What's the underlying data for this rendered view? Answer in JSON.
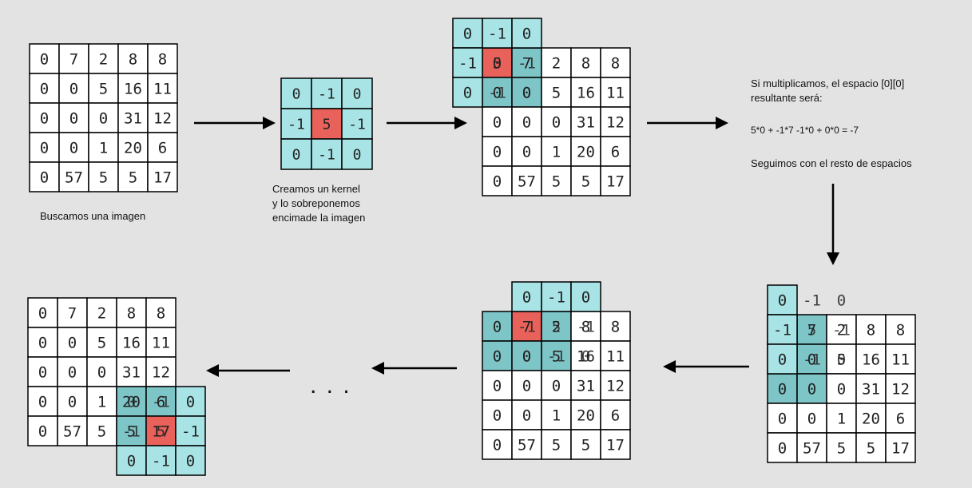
{
  "image_matrix": [
    [
      "0",
      "7",
      "2",
      "8",
      "8"
    ],
    [
      "0",
      "0",
      "5",
      "16",
      "11"
    ],
    [
      "0",
      "0",
      "0",
      "31",
      "12"
    ],
    [
      "0",
      "0",
      "1",
      "20",
      "6"
    ],
    [
      "0",
      "57",
      "5",
      "5",
      "17"
    ]
  ],
  "kernel": [
    [
      "0",
      "-1",
      "0"
    ],
    [
      "-1",
      "5",
      "-1"
    ],
    [
      "0",
      "-1",
      "0"
    ]
  ],
  "text": {
    "step1": "Buscamos una imagen",
    "step2_line1": "Creamos un kernel",
    "step2_line2": "y lo sobreponemos",
    "step2_line3": "encimade la imagen",
    "explain_line1": "Si multiplicamos, el espacio [0][0]",
    "explain_line2": "resultante será:",
    "formula": "5*0 + -1*7 -1*0 + 0*0 = -7",
    "continue": "Seguimos con el resto de espacios",
    "ellipsis": ". . ."
  },
  "colors": {
    "background": "#e3e3e3",
    "kernel_fill": "#a8e4e6",
    "kernel_center": "#e8615a",
    "overlap_fill": "#7ec5c8",
    "grid_line": "#000000",
    "cell_fill": "#ffffff"
  }
}
